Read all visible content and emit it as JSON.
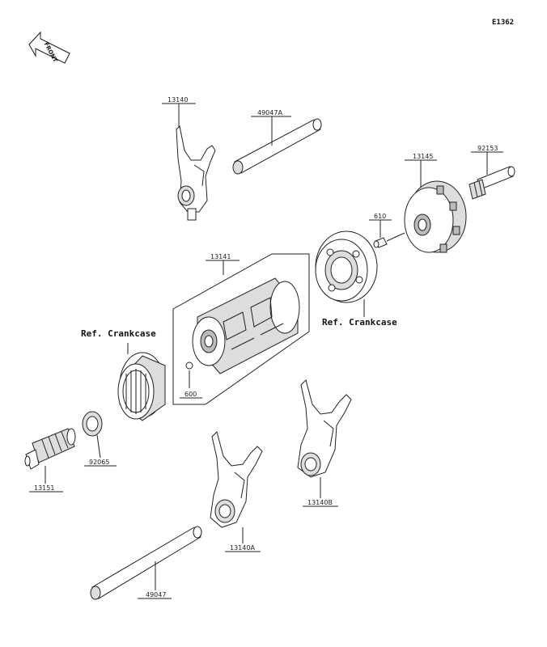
{
  "diagram_code": "E1362",
  "front_marker": "FRONT",
  "ref_labels": {
    "crankcase_left": "Ref. Crankcase",
    "crankcase_right": "Ref. Crankcase"
  },
  "parts": {
    "fork_top": "13140",
    "shaft_top": "49047A",
    "holder": "13145",
    "bolt": "92153",
    "pin": "610",
    "drum": "13141",
    "drum_ball": "600",
    "washer": "92065",
    "shift_shaft": "13151",
    "fork_right": "13140B",
    "fork_middle": "13140A",
    "shaft_bottom": "49047"
  }
}
